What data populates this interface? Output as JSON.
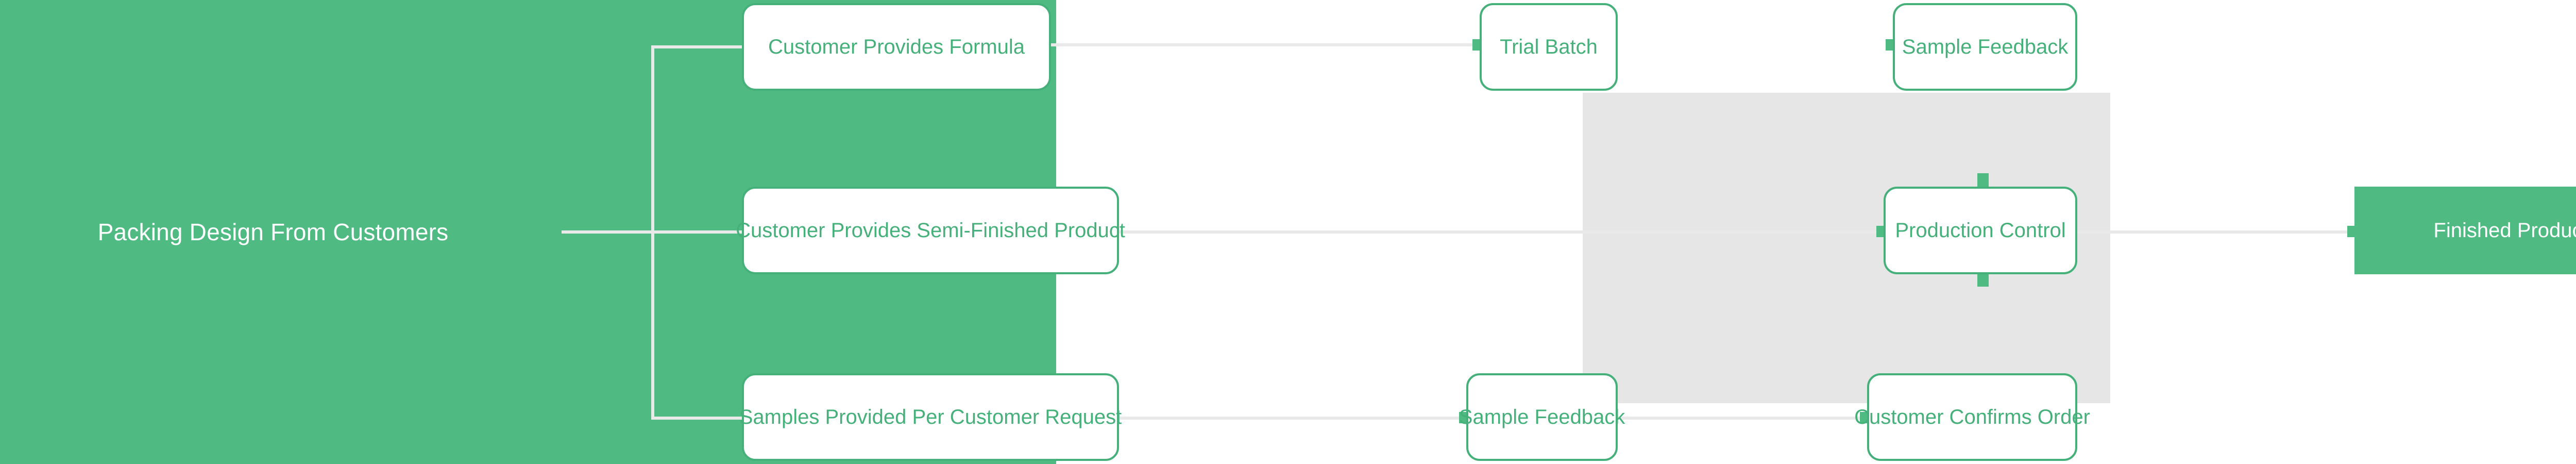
{
  "diagram": {
    "title": "Packing Design From Customers",
    "type": "process-flow-tree",
    "colors": {
      "brand_green": "#4FBA82",
      "node_border_green": "#45B07A",
      "node_text_green": "#45B07A",
      "connector_grey": "#e9e9e9",
      "panel_grey": "#e6e6e6",
      "node_fill": "#ffffff",
      "root_text": "#ffffff"
    },
    "root": {
      "label": "Packing Design From Customers"
    },
    "branches": [
      {
        "id": "branch-formula",
        "row": 1,
        "nodes": [
          {
            "id": "customer-provides-formula",
            "label": "Customer Provides Formula",
            "style": "outlined"
          },
          {
            "id": "trial-batch",
            "label": "Trial Batch",
            "style": "outlined"
          },
          {
            "id": "sample-feedback-top",
            "label": "Sample Feedback",
            "style": "outlined"
          }
        ]
      },
      {
        "id": "branch-semi-finished",
        "row": 2,
        "nodes": [
          {
            "id": "customer-provides-semi-finished-product",
            "label": "Customer Provides Semi-Finished Product",
            "style": "outlined"
          },
          {
            "id": "production-control",
            "label": "Production Control",
            "style": "outlined"
          },
          {
            "id": "finished-product",
            "label": "Finished Product",
            "style": "filled"
          }
        ]
      },
      {
        "id": "branch-samples",
        "row": 3,
        "nodes": [
          {
            "id": "samples-provided-per-customer-request",
            "label": "Samples Provided Per Customer Request",
            "style": "outlined"
          },
          {
            "id": "sample-feedback-bottom",
            "label": "Sample Feedback",
            "style": "outlined"
          },
          {
            "id": "customer-confirms-order",
            "label": "Customer Confirms Order",
            "style": "outlined"
          }
        ]
      }
    ],
    "node_labels": {
      "customer_provides_formula": "Customer Provides Formula",
      "trial_batch": "Trial Batch",
      "sample_feedback_top": "Sample Feedback",
      "customer_provides_semi_finished_product": "Customer Provides Semi-Finished Product",
      "production_control": "Production Control",
      "finished_product": "Finished Product",
      "samples_provided_per_customer_request": "Samples Provided Per Customer Request",
      "sample_feedback_bottom": "Sample Feedback",
      "customer_confirms_order": "Customer Confirms Order"
    }
  }
}
